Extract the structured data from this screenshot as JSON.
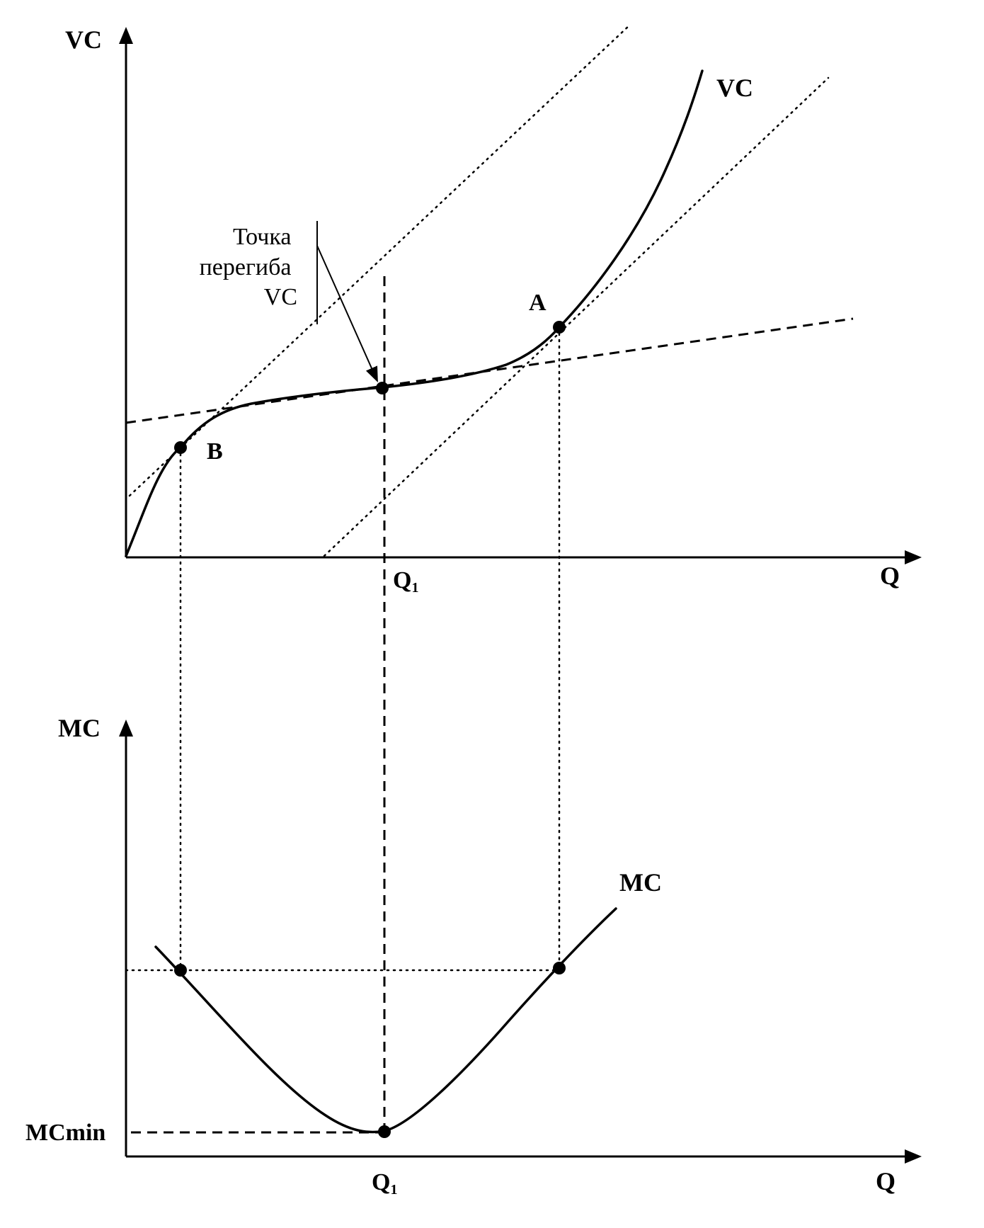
{
  "top_panel": {
    "y_axis_label": "VC",
    "x_axis_label": "Q",
    "curve_label": "VC",
    "x_tick_label": "Q",
    "x_tick_subscript": "1",
    "point_a_label": "A",
    "point_b_label": "B",
    "annotation_lines": [
      "Точка",
      "перегиба",
      "VC"
    ]
  },
  "bottom_panel": {
    "y_axis_label": "MC",
    "x_axis_label": "Q",
    "curve_label": "MC",
    "x_tick_label": "Q",
    "x_tick_subscript": "1",
    "y_tick_label": "MCmin"
  },
  "colors": {
    "ink": "#000000",
    "background": "#ffffff"
  }
}
